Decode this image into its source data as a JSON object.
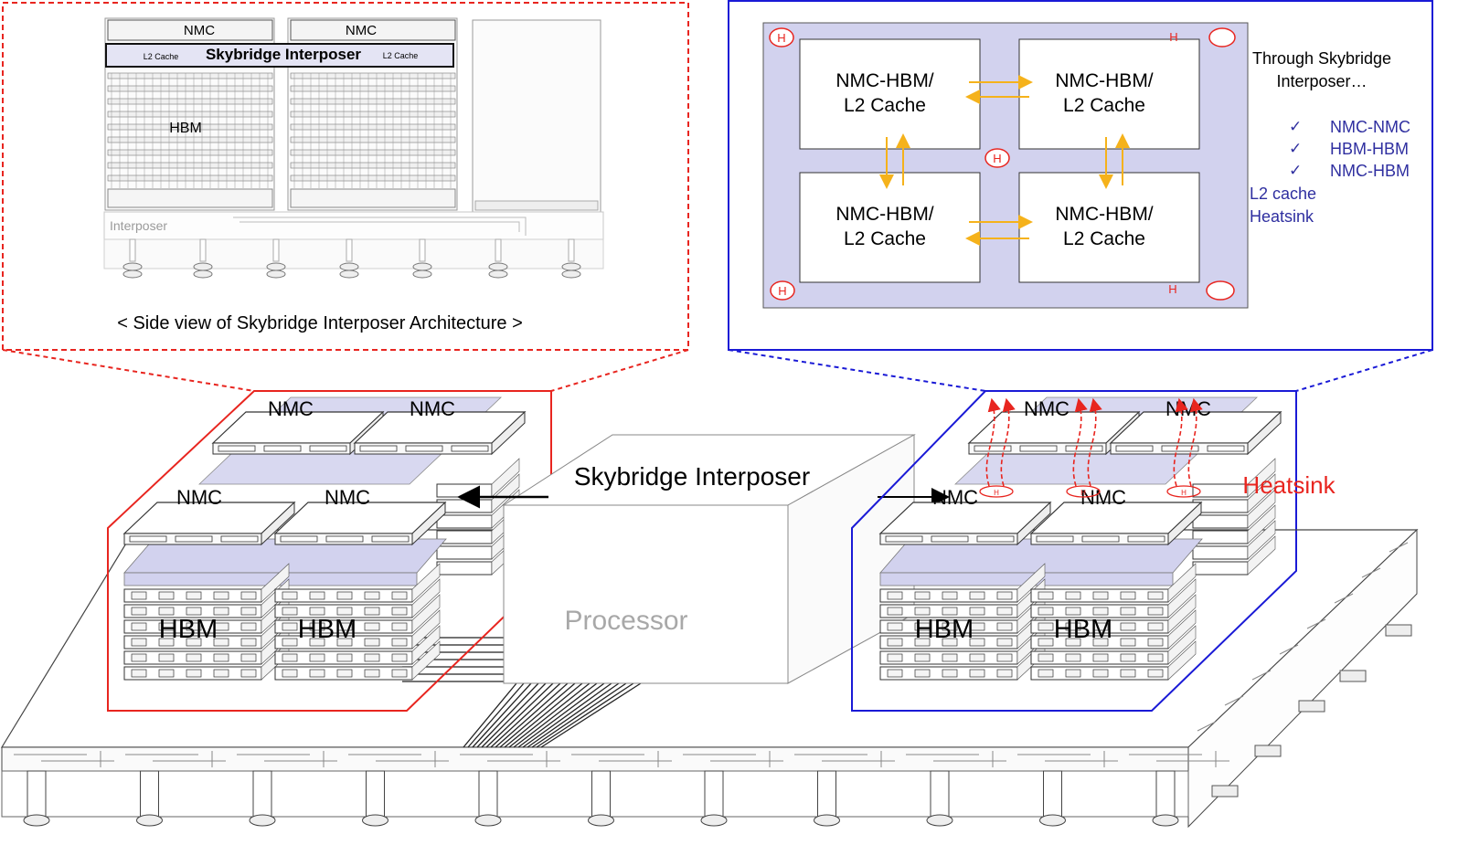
{
  "colors": {
    "red_frame": "#e8251f",
    "blue_frame": "#1a1ad6",
    "interposer_fill": "#d2d2ee",
    "arrow_orange": "#f5b21b",
    "heat_red": "#e8251f",
    "check_text": "#2f2fa0"
  },
  "side_view": {
    "nmc_left": "NMC",
    "nmc_right": "NMC",
    "skybridge_label": "Skybridge Interposer",
    "l2_left": "L2 Cache",
    "l2_right": "L2 Cache",
    "hbm_label": "HBM",
    "interposer_label": "Interposer",
    "caption": "< Side view of Skybridge Interposer Architecture >"
  },
  "top_view": {
    "heatsink_marker": "H",
    "cells": [
      {
        "line1": "NMC-HBM/",
        "line2": "L2 Cache"
      },
      {
        "line1": "NMC-HBM/",
        "line2": "L2 Cache"
      },
      {
        "line1": "NMC-HBM/",
        "line2": "L2 Cache"
      },
      {
        "line1": "NMC-HBM/",
        "line2": "L2 Cache"
      }
    ],
    "through_line1": "Through Skybridge",
    "through_line2": "Interposer…",
    "check_mark": "✓",
    "checks": [
      "NMC-NMC",
      "HBM-HBM",
      "NMC-HBM"
    ],
    "extras": [
      "L2 cache",
      "Heatsink"
    ]
  },
  "main": {
    "skybridge_label": "Skybridge Interposer",
    "processor_label": "Processor",
    "heatsink_label": "Heatsink",
    "nmc_label": "NMC",
    "hbm_label": "HBM",
    "heatsink_marker": "H"
  }
}
